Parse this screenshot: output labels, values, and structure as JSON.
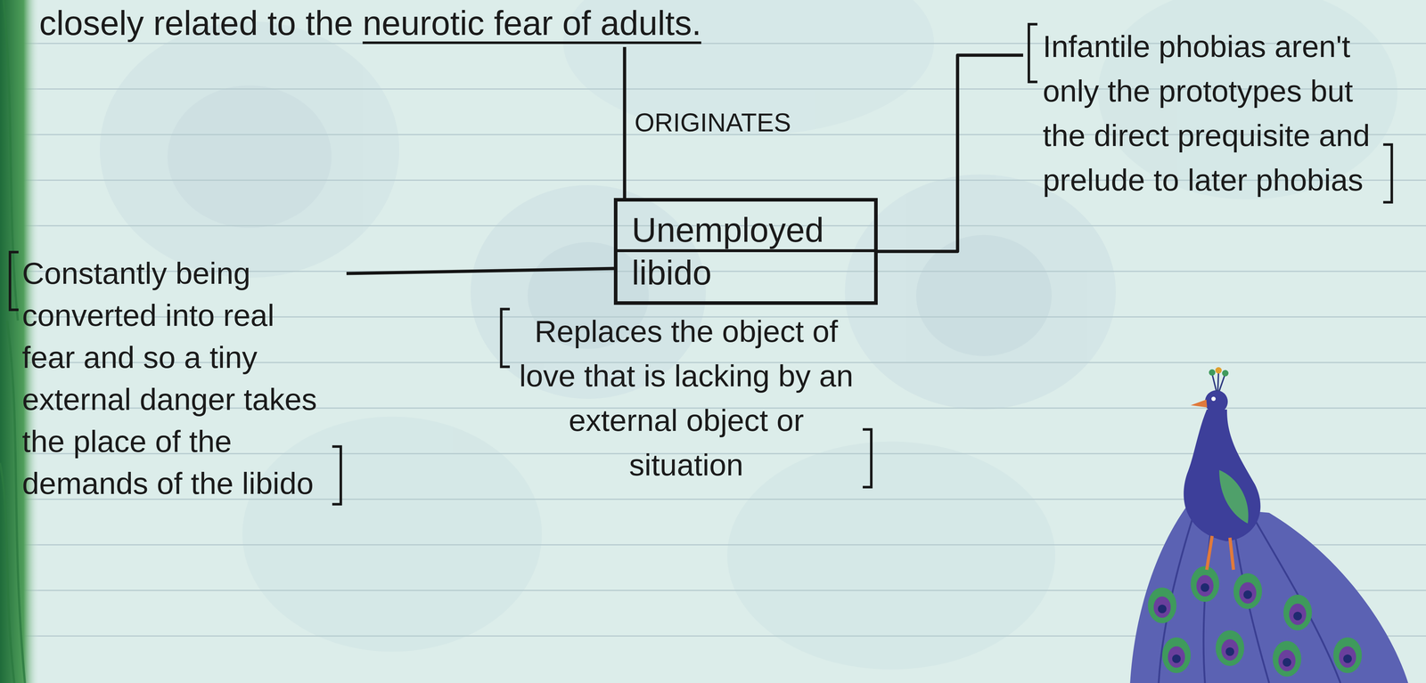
{
  "diagram": {
    "nodes": [
      {
        "text": [
          "closely related to the neurotic fear of adults."
        ]
      },
      {
        "text": [
          "Unemployed libido"
        ]
      },
      {
        "text": [
          "Infantile phobias aren't only the prototypes but the direct prequisite and prelude to later phobias"
        ]
      },
      {
        "text": [
          "Constantly being converted into real fear and so a tiny external danger takes the place of the demands of the libido"
        ]
      }
    ],
    "edges": [
      {
        "from": 0,
        "to": 1,
        "label": "ORIGINATES",
        "arrow": "none"
      },
      {
        "from": 1,
        "to": 2,
        "arrow": "none"
      },
      {
        "from": 1,
        "to": 3,
        "arrow": "none"
      }
    ],
    "labels": [
      "Replaces the object of love that is lacking by an external object or situation"
    ]
  }
}
